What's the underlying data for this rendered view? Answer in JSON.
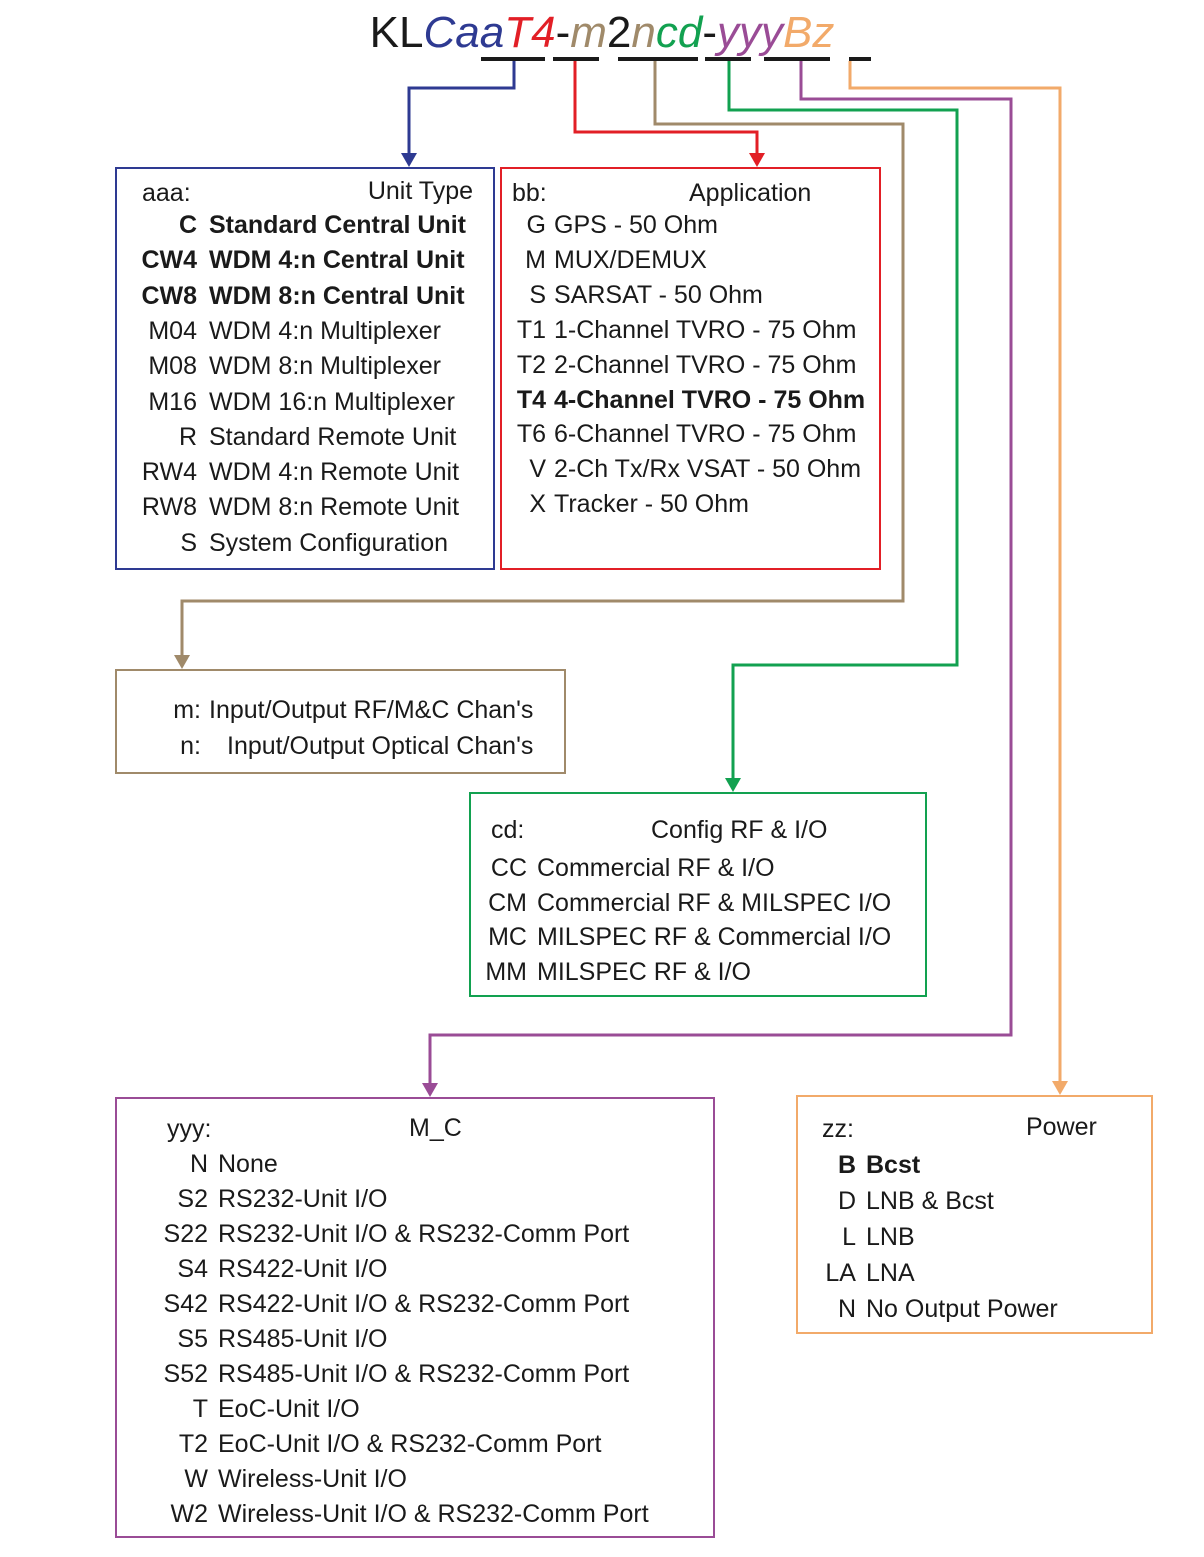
{
  "part_number": {
    "segments": [
      {
        "text": "KL",
        "color": "#1a1a1a",
        "italic": false
      },
      {
        "text": "Caa",
        "color": "#2e3a92",
        "italic": true
      },
      {
        "text": "T4",
        "color": "#e21f26",
        "italic": true
      },
      {
        "text": "-",
        "color": "#1a1a1a",
        "italic": false
      },
      {
        "text": "m",
        "color": "#a08a6a",
        "italic": true
      },
      {
        "text": "2",
        "color": "#1a1a1a",
        "italic": false
      },
      {
        "text": "n",
        "color": "#a08a6a",
        "italic": true
      },
      {
        "text": "cd",
        "color": "#12a150",
        "italic": true
      },
      {
        "text": "-",
        "color": "#1a1a1a",
        "italic": false
      },
      {
        "text": "yyy",
        "color": "#9a4c96",
        "italic": true
      },
      {
        "text": "Bz",
        "color": "#f2aa6a",
        "italic": true
      }
    ]
  },
  "colors": {
    "unit_type": "#2e3a92",
    "application": "#e21f26",
    "channels": "#a08a6a",
    "config": "#12a150",
    "mc": "#9a4c96",
    "power": "#f2aa6a"
  },
  "unit_type": {
    "key": "aaa:",
    "title": "Unit Type",
    "rows": [
      {
        "code": "C",
        "desc": "Standard Central Unit",
        "bold": true
      },
      {
        "code": "CW4",
        "desc": "WDM 4:n Central Unit",
        "bold": true
      },
      {
        "code": "CW8",
        "desc": "WDM 8:n Central Unit",
        "bold": true
      },
      {
        "code": "M04",
        "desc": "WDM 4:n Multiplexer",
        "bold": false
      },
      {
        "code": "M08",
        "desc": "WDM 8:n Multiplexer",
        "bold": false
      },
      {
        "code": "M16",
        "desc": "WDM 16:n Multiplexer",
        "bold": false
      },
      {
        "code": "R",
        "desc": "Standard Remote Unit",
        "bold": false
      },
      {
        "code": "RW4",
        "desc": "WDM 4:n Remote Unit",
        "bold": false
      },
      {
        "code": "RW8",
        "desc": "WDM 8:n Remote Unit",
        "bold": false
      },
      {
        "code": "S",
        "desc": "System Configuration",
        "bold": false
      }
    ]
  },
  "application": {
    "key": "bb:",
    "title": "Application",
    "rows": [
      {
        "code": "G",
        "desc": "GPS - 50 Ohm",
        "bold": false
      },
      {
        "code": "M",
        "desc": "MUX/DEMUX",
        "bold": false
      },
      {
        "code": "S",
        "desc": "SARSAT - 50 Ohm",
        "bold": false
      },
      {
        "code": "T1",
        "desc": "1-Channel TVRO - 75 Ohm",
        "bold": false
      },
      {
        "code": "T2",
        "desc": "2-Channel TVRO - 75 Ohm",
        "bold": false
      },
      {
        "code": "T4",
        "desc": "4-Channel TVRO - 75 Ohm",
        "bold": true
      },
      {
        "code": "T6",
        "desc": "6-Channel TVRO - 75 Ohm",
        "bold": false
      },
      {
        "code": "V",
        "desc": "2-Ch Tx/Rx VSAT - 50 Ohm",
        "bold": false
      },
      {
        "code": "X",
        "desc": "Tracker - 50 Ohm",
        "bold": false
      }
    ]
  },
  "channels": {
    "rows": [
      {
        "code": "m:",
        "desc": "Input/Output RF/M&C Chan's"
      },
      {
        "code": "n:",
        "desc": "Input/Output Optical Chan's"
      }
    ]
  },
  "config": {
    "key": "cd:",
    "title": "Config RF & I/O",
    "rows": [
      {
        "code": "CC",
        "desc": "Commercial RF & I/O",
        "bold": false
      },
      {
        "code": "CM",
        "desc": "Commercial RF & MILSPEC I/O",
        "bold": false
      },
      {
        "code": "MC",
        "desc": "MILSPEC RF & Commercial I/O",
        "bold": false
      },
      {
        "code": "MM",
        "desc": "MILSPEC RF & I/O",
        "bold": false
      }
    ]
  },
  "mc": {
    "key": "yyy:",
    "title": "M_C",
    "rows": [
      {
        "code": "N",
        "desc": "None",
        "bold": false
      },
      {
        "code": "S2",
        "desc": "RS232-Unit I/O",
        "bold": false
      },
      {
        "code": "S22",
        "desc": "RS232-Unit I/O & RS232-Comm Port",
        "bold": false
      },
      {
        "code": "S4",
        "desc": "RS422-Unit I/O",
        "bold": false
      },
      {
        "code": "S42",
        "desc": "RS422-Unit I/O & RS232-Comm Port",
        "bold": false
      },
      {
        "code": "S5",
        "desc": "RS485-Unit I/O",
        "bold": false
      },
      {
        "code": "S52",
        "desc": "RS485-Unit I/O & RS232-Comm Port",
        "bold": false
      },
      {
        "code": "T",
        "desc": "EoC-Unit I/O",
        "bold": false
      },
      {
        "code": "T2",
        "desc": "EoC-Unit I/O & RS232-Comm Port",
        "bold": false
      },
      {
        "code": "W",
        "desc": "Wireless-Unit I/O",
        "bold": false
      },
      {
        "code": "W2",
        "desc": "Wireless-Unit I/O & RS232-Comm Port",
        "bold": false
      }
    ]
  },
  "power": {
    "key": "zz:",
    "title": "Power",
    "rows": [
      {
        "code": "B",
        "desc": "Bcst",
        "bold": true
      },
      {
        "code": "D",
        "desc": "LNB & Bcst",
        "bold": false
      },
      {
        "code": "L",
        "desc": "LNB",
        "bold": false
      },
      {
        "code": "LA",
        "desc": "LNA",
        "bold": false
      },
      {
        "code": "N",
        "desc": "No Output Power",
        "bold": false
      }
    ]
  }
}
